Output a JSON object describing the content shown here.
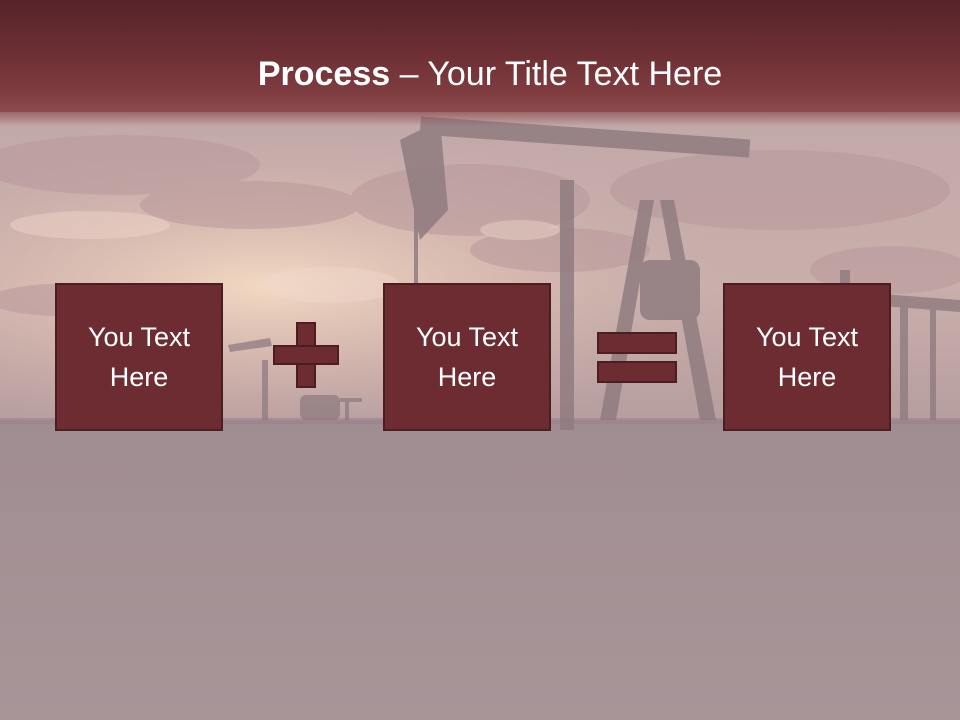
{
  "slide": {
    "title_bold": "Process",
    "title_rest": " – Your Title Text Here"
  },
  "process": {
    "box1_line1": "You Text",
    "box1_line2": "Here",
    "box2_line1": "You Text",
    "box2_line2": "Here",
    "box3_line1": "You Text",
    "box3_line2": "Here",
    "operator1_icon": "plus-icon",
    "operator2_icon": "equals-icon"
  },
  "theme": {
    "title_bar_color": "#6b2e33",
    "box_fill_color": "#6d2c31",
    "box_border_color": "#4c1e22",
    "text_color": "#ffffff"
  },
  "background": {
    "scene": "oil-pumpjack-sunset-image"
  }
}
